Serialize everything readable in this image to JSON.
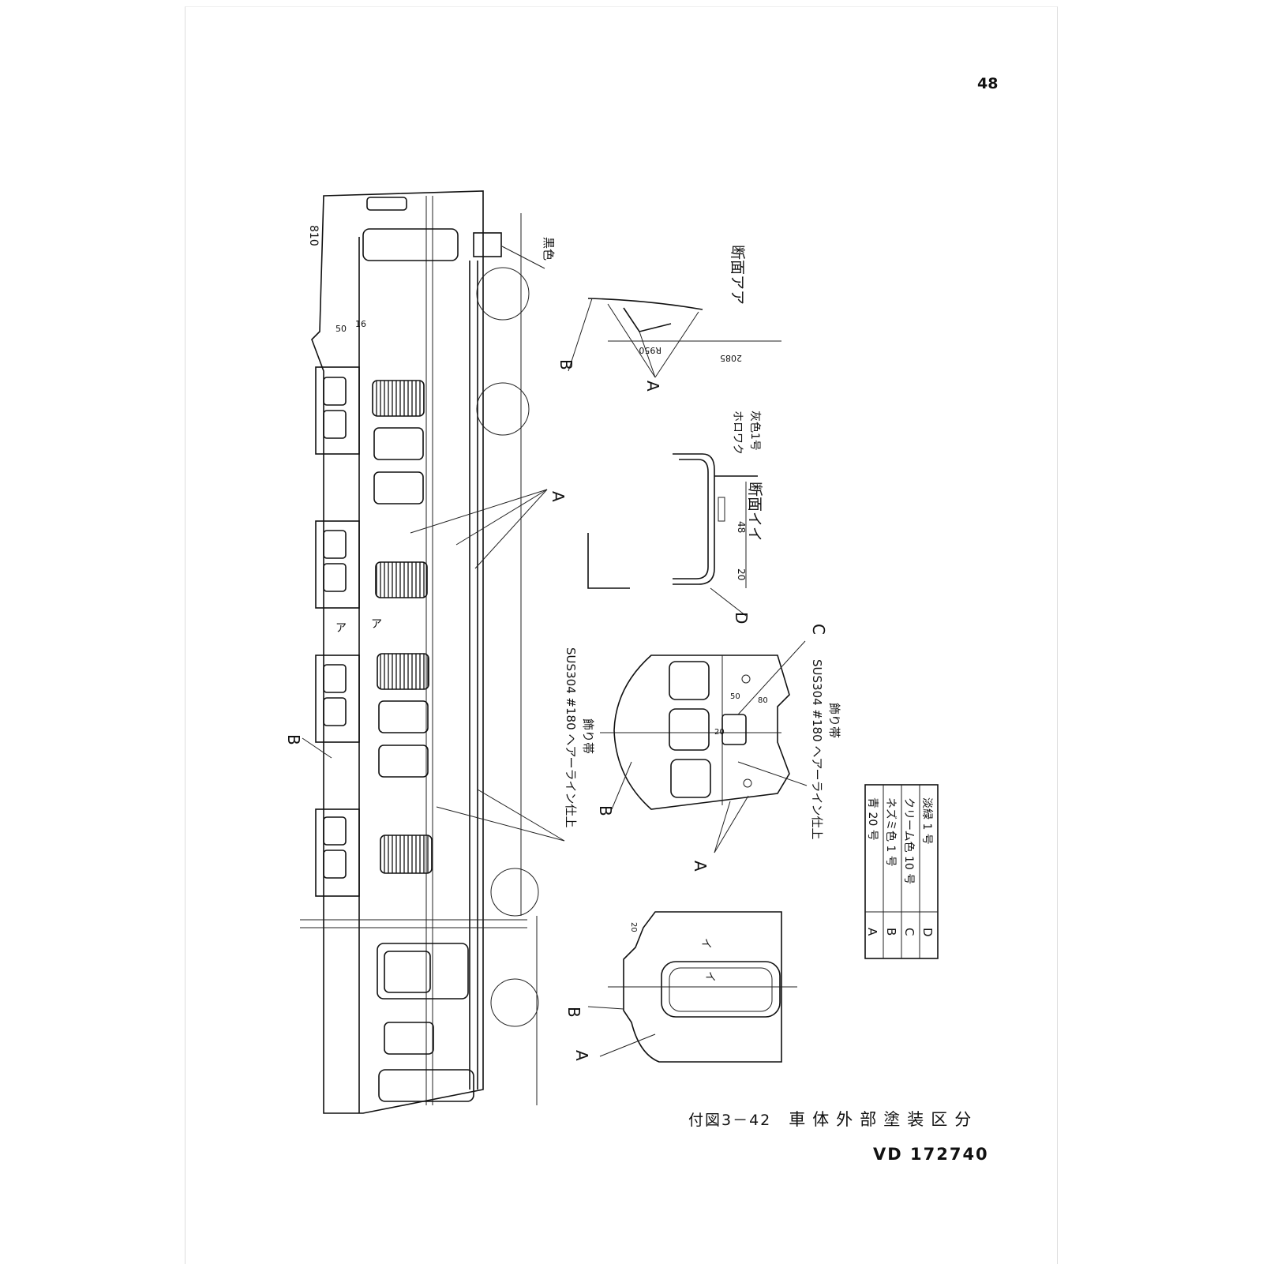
{
  "page_number": "48",
  "caption": {
    "figure": "付図3－42",
    "title": "車体外部塗装区分"
  },
  "document_id": "VD 172740",
  "labels": {
    "black": "黒色",
    "section_aa": "断面アア",
    "section_ii": "断面イイ",
    "horowaku": "ホロワク",
    "horowaku_color": "灰色1号",
    "sus_band_1": "SUS304 #180 ヘアーライン仕上",
    "sus_band_1b": "飾り帯",
    "sus_band_2": "SUS304 #180 ヘアーライン仕上",
    "sus_band_2b": "飾り帯",
    "section_mark_a1": "ア",
    "section_mark_a2": "ア",
    "section_mark_i1": "イ",
    "section_mark_i2": "イ"
  },
  "dimensions": {
    "d810": "810",
    "d50": "50",
    "d16": "16",
    "d48": "48",
    "d20": "20",
    "d2085": "2085",
    "d950": "R950",
    "d20b": "20",
    "d20c": "20",
    "d80": "80",
    "d50b": "50"
  },
  "callouts": {
    "A": "A",
    "B": "B",
    "C": "C",
    "D": "D"
  },
  "color_table": [
    {
      "key": "A",
      "color": "青 20 号"
    },
    {
      "key": "B",
      "color": "ネズミ色 1 号"
    },
    {
      "key": "C",
      "color": "クリーム色 10 号"
    },
    {
      "key": "D",
      "color": "淡緑 1 号"
    }
  ]
}
